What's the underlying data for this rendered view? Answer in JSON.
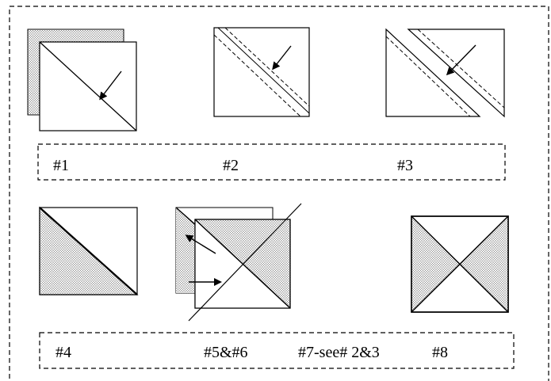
{
  "labels": {
    "step1": "#1",
    "step2": "#2",
    "step3": "#3",
    "step4": "#4",
    "step5_6": "#5&#6",
    "step7": "#7-see# 2&3",
    "step8": "#8"
  },
  "colors": {
    "line": "#000000",
    "background": "#ffffff",
    "fabric_dot": "#333333"
  }
}
